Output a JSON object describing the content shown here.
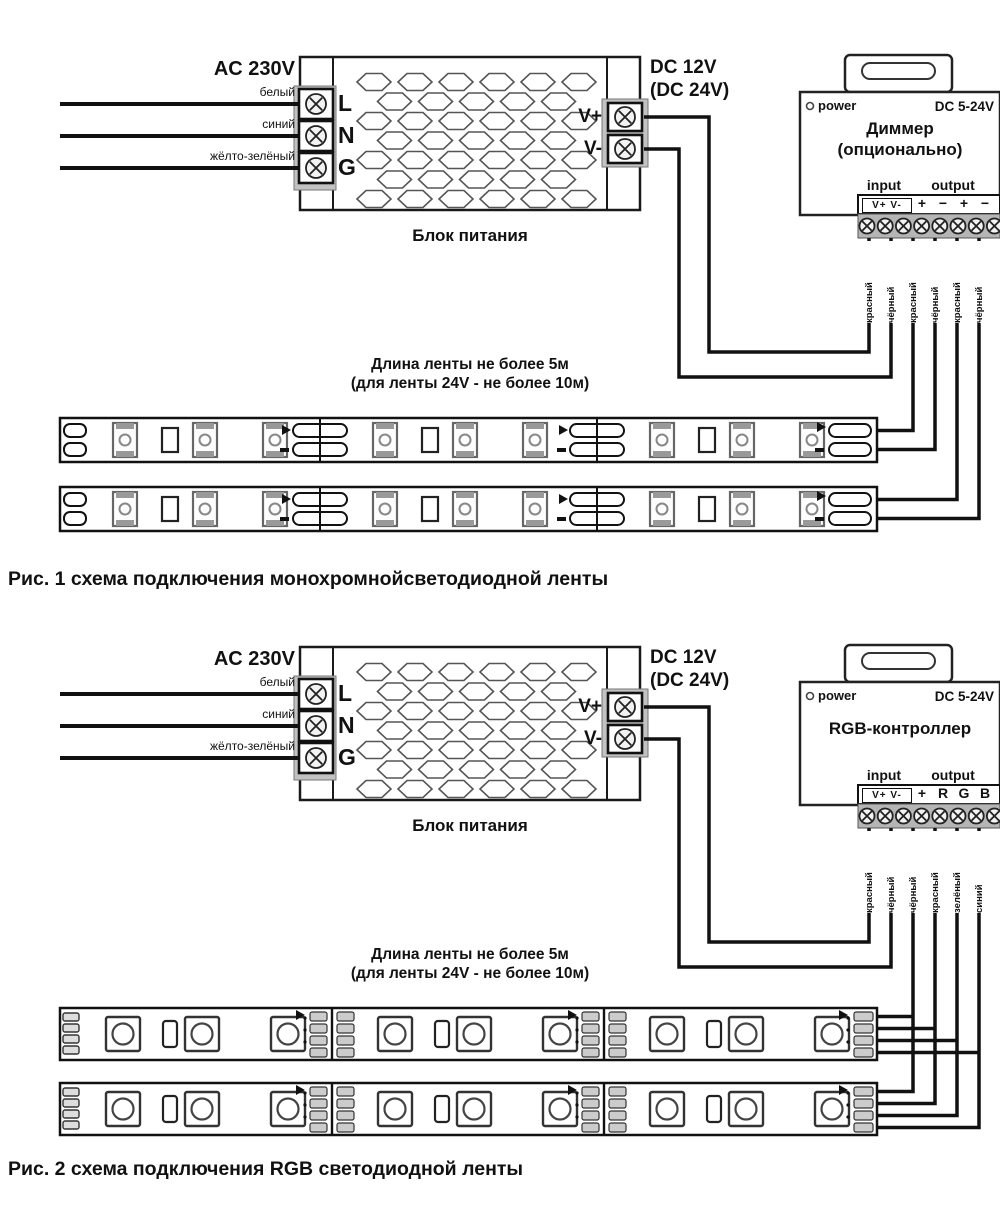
{
  "fig1": {
    "caption": "Рис. 1 схема подключения монохромнойсветодиодной ленты",
    "psu": {
      "ac_label": "AC 230V",
      "ac_wires": [
        "белый",
        "синий",
        "жёлто-зелёный"
      ],
      "terminals": [
        "L",
        "N",
        "G"
      ],
      "name": "Блок питания",
      "dc_lines": [
        "DC 12V",
        "(DC 24V)"
      ],
      "out_terminals": [
        "V+",
        "V-"
      ]
    },
    "controller": {
      "power_label": "power",
      "voltage_label": "DC 5-24V",
      "title_lines": [
        "Диммер",
        "(опционально)"
      ],
      "input_label": "input",
      "output_label": "output",
      "input_terminals": "V+ V-",
      "output_terminals": [
        "+",
        "−",
        "+",
        "−"
      ],
      "wire_labels": [
        "красный",
        "чёрный",
        "красный",
        "чёрный",
        "красный",
        "чёрный"
      ]
    },
    "note_lines": [
      "Длина ленты не более 5м",
      "(для ленты 24V - не более 10м)"
    ]
  },
  "fig2": {
    "caption": "Рис. 2 схема подключения RGB светодиодной ленты",
    "psu": {
      "ac_label": "AC 230V",
      "ac_wires": [
        "белый",
        "синий",
        "жёлто-зелёный"
      ],
      "terminals": [
        "L",
        "N",
        "G"
      ],
      "name": "Блок питания",
      "dc_lines": [
        "DC 12V",
        "(DC 24V)"
      ],
      "out_terminals": [
        "V+",
        "V-"
      ]
    },
    "controller": {
      "power_label": "power",
      "voltage_label": "DC 5-24V",
      "title_lines": [
        "RGB-контроллер"
      ],
      "input_label": "input",
      "output_label": "output",
      "input_terminals": "V+ V-",
      "output_terminals": [
        "+",
        "R",
        "G",
        "B"
      ],
      "wire_labels": [
        "красный",
        "чёрный",
        "чёрный",
        "красный",
        "зелёный",
        "синий"
      ]
    },
    "note_lines": [
      "Длина ленты не более 5м",
      "(для ленты 24V - не более 10м)"
    ]
  }
}
